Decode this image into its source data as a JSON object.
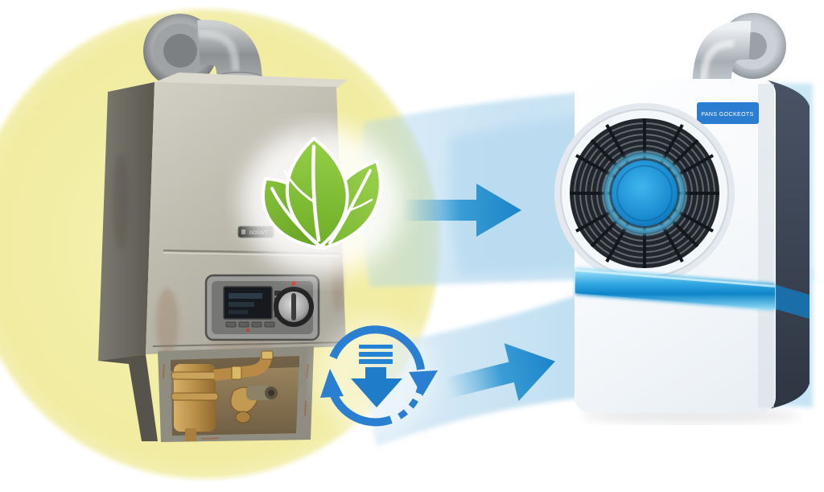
{
  "illustration": {
    "theme": "old-gas-boiler-replaced-by-modern-heat-pump",
    "old_boiler": {
      "badge_label": "GOGIVT"
    },
    "new_heat_pump": {
      "brand_label": "PANS GOCKEOTS"
    },
    "icons": [
      {
        "name": "eco-leaves-icon"
      },
      {
        "name": "replacement-cycle-icon"
      },
      {
        "name": "download-arrow-icon"
      },
      {
        "name": "transition-arrow-top-icon"
      },
      {
        "name": "transition-arrow-bottom-icon"
      }
    ],
    "colors": {
      "eco_yellow": "#f2eda4",
      "flow_band_blue": "#c9e4f4",
      "arrow_blue": "#1b84c9",
      "cycle_icon_blue": "#2b7fd1",
      "leaf_green": "#7db832",
      "unit_side_dark": "#3a4354",
      "led_stripe_blue": "#2aa3e4",
      "brand_label_blue": "#2b7dd2",
      "boiler_metal": "#b5b2a6",
      "rust_brown": "#9a6540"
    }
  }
}
